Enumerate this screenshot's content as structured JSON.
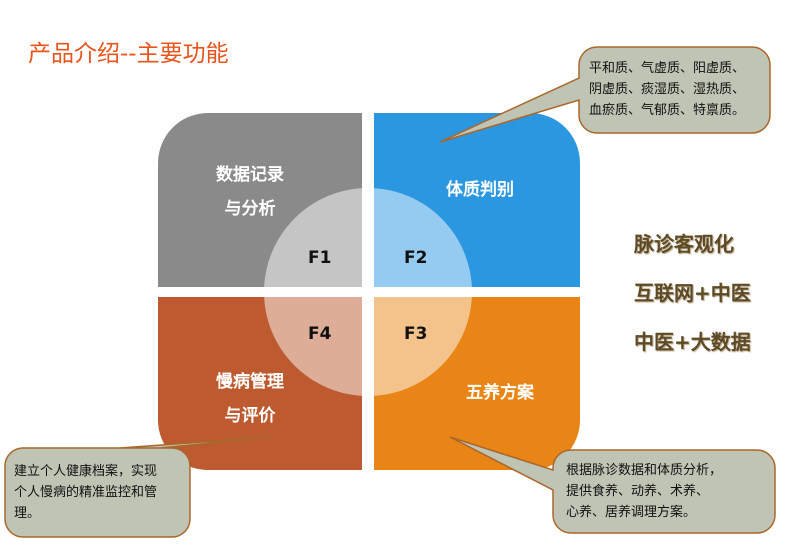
{
  "title": "产品介绍--主要功能",
  "quadrants": [
    {
      "id": "F1",
      "label": [
        "数据记录",
        "与分析"
      ],
      "color": "#8a8a8a"
    },
    {
      "id": "F2",
      "label": [
        "体质判别"
      ],
      "color": "#2a97e0"
    },
    {
      "id": "F3",
      "label": [
        "五养方案"
      ],
      "color": "#e88516"
    },
    {
      "id": "F4",
      "label": [
        "慢病管理",
        "与评价"
      ],
      "color": "#bd5a2f"
    }
  ],
  "callouts": {
    "constitution": [
      "平和质、气虚质、阳虚质、",
      "阴虚质、痰湿质、湿热质、",
      "血瘀质、气郁质、特禀质。"
    ],
    "chronic": [
      "建立个人健康档案，实现",
      "个人慢病的精准监控和管",
      "理。"
    ],
    "plan": [
      "根据脉诊数据和体质分析，",
      "提供食养、动养、术养、",
      "心养、居养调理方案。"
    ]
  },
  "highlights": [
    "脉诊客观化",
    "互联网+中医",
    "中医+大数据"
  ]
}
